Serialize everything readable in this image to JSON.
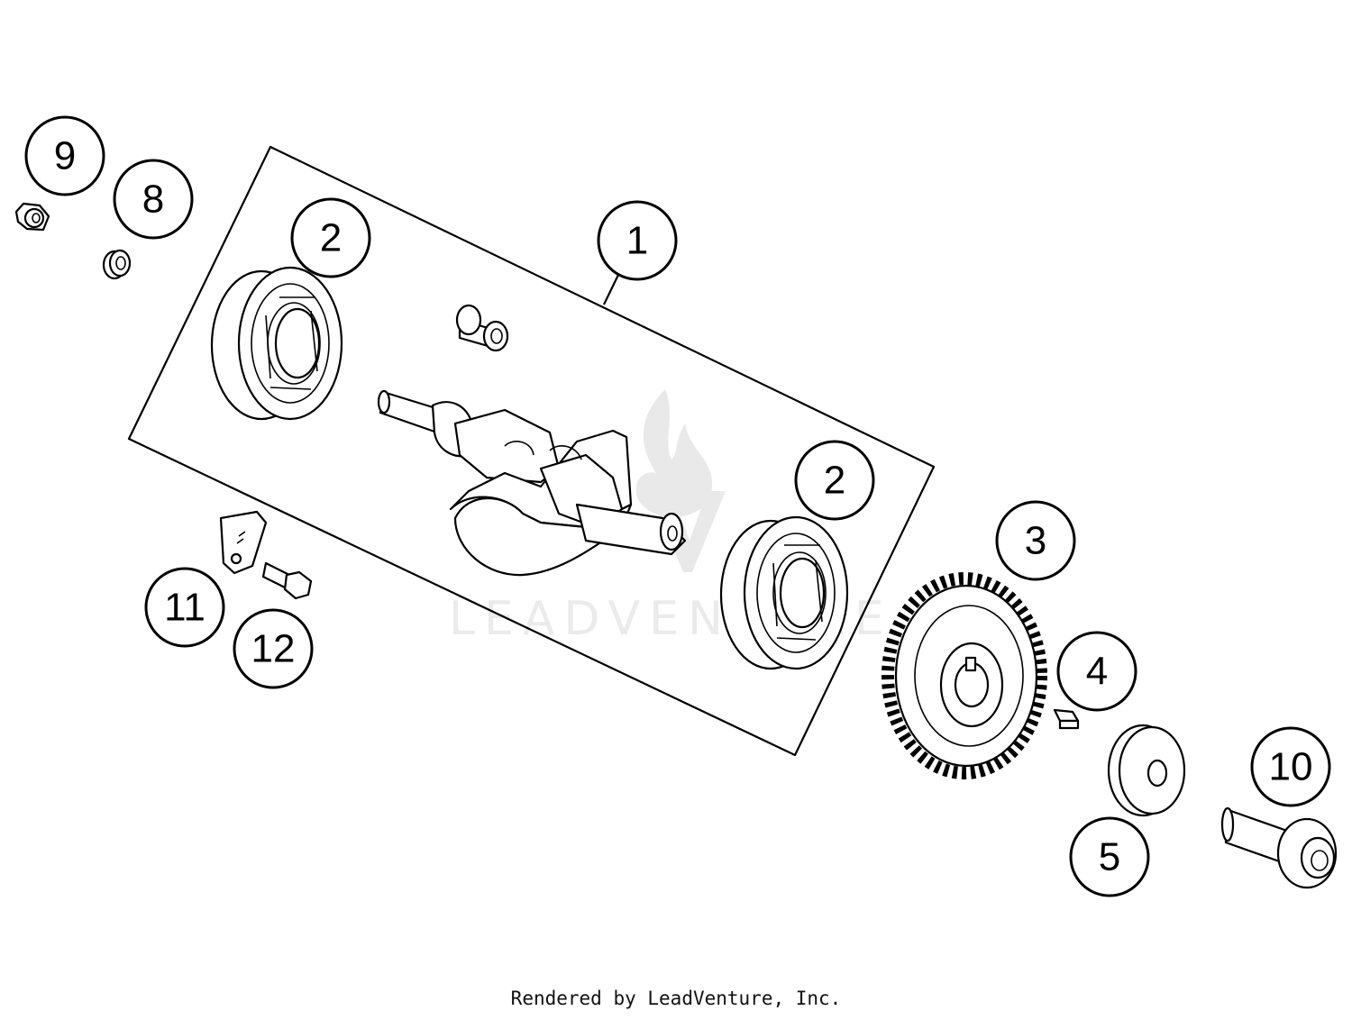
{
  "watermark": {
    "text": "LEADVENTURE"
  },
  "callouts": [
    {
      "id": "callout-1",
      "label": "1"
    },
    {
      "id": "callout-2a",
      "label": "2"
    },
    {
      "id": "callout-2b",
      "label": "2"
    },
    {
      "id": "callout-3",
      "label": "3"
    },
    {
      "id": "callout-4",
      "label": "4"
    },
    {
      "id": "callout-5",
      "label": "5"
    },
    {
      "id": "callout-8",
      "label": "8"
    },
    {
      "id": "callout-9",
      "label": "9"
    },
    {
      "id": "callout-10",
      "label": "10"
    },
    {
      "id": "callout-11",
      "label": "11"
    },
    {
      "id": "callout-12",
      "label": "12"
    }
  ],
  "footer": {
    "credit": "Rendered by LeadVenture, Inc."
  }
}
